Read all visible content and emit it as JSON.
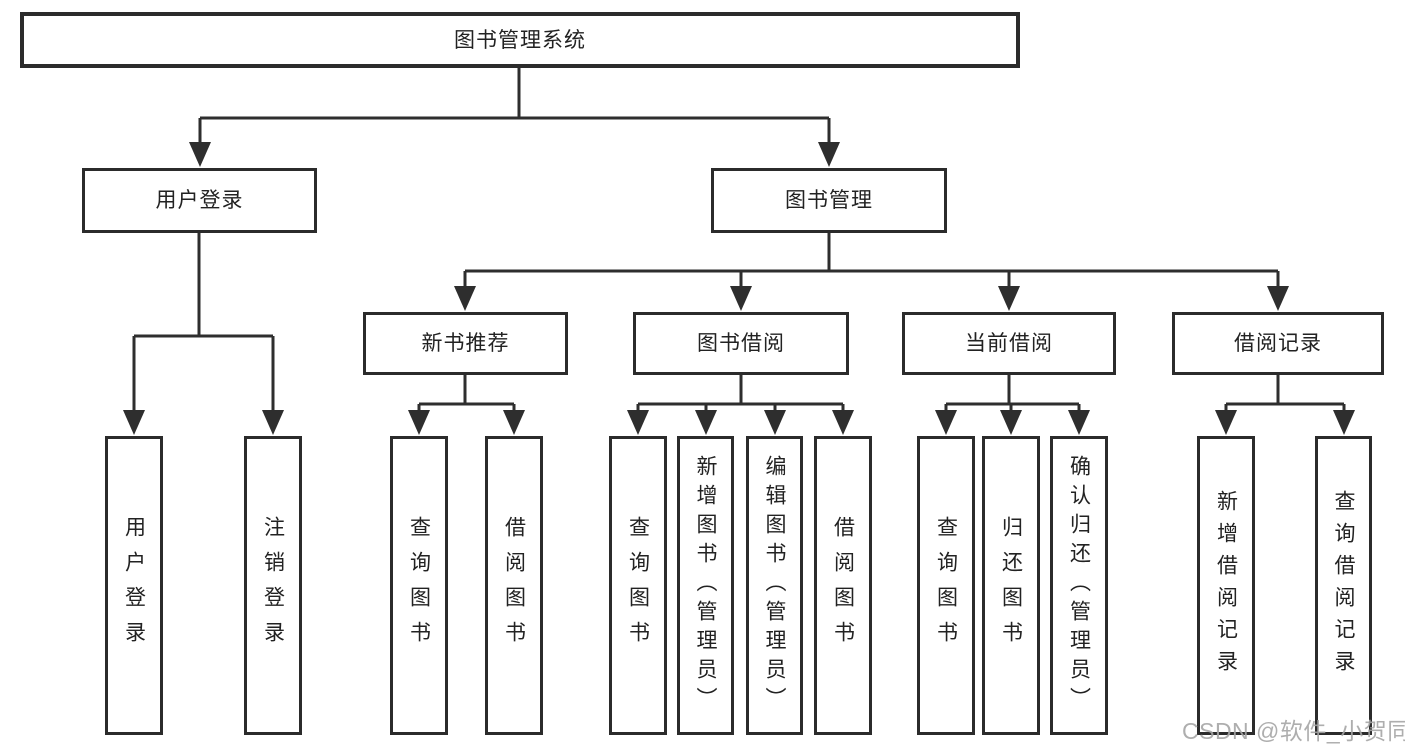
{
  "tree": {
    "label": "图书管理系统",
    "children": [
      {
        "label": "用户登录",
        "children": [
          {
            "label": "用户登录"
          },
          {
            "label": "注销登录"
          }
        ]
      },
      {
        "label": "图书管理",
        "children": [
          {
            "label": "新书推荐",
            "children": [
              {
                "label": "查询图书"
              },
              {
                "label": "借阅图书"
              }
            ]
          },
          {
            "label": "图书借阅",
            "children": [
              {
                "label": "查询图书"
              },
              {
                "label": "新增图书（管理员）"
              },
              {
                "label": "编辑图书（管理员）"
              },
              {
                "label": "借阅图书"
              }
            ]
          },
          {
            "label": "当前借阅",
            "children": [
              {
                "label": "查询图书"
              },
              {
                "label": "归还图书"
              },
              {
                "label": "确认归还（管理员）"
              }
            ]
          },
          {
            "label": "借阅记录",
            "children": [
              {
                "label": "新增借阅记录"
              },
              {
                "label": "查询借阅记录"
              }
            ]
          }
        ]
      }
    ]
  },
  "watermark": {
    "text": "CSDN @软件_小贺同学"
  },
  "colors": {
    "line": "#2e2e2e",
    "box_border": "#2b2b2b",
    "text": "#222222",
    "watermark_gray": "#a6a6a6",
    "background": "#ffffff"
  }
}
